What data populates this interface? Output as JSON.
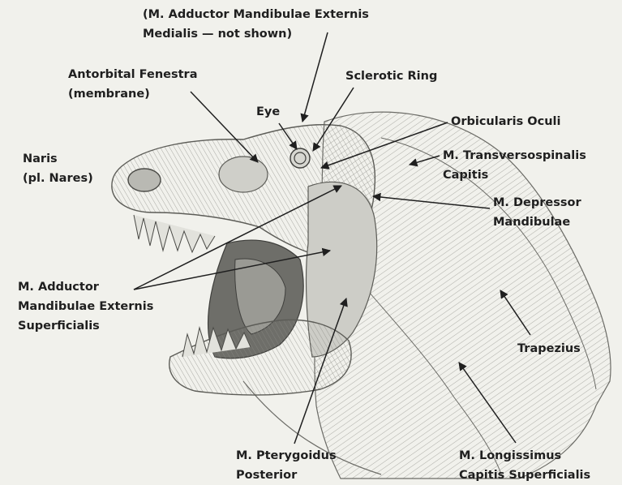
{
  "labels": {
    "adductor_medialis": {
      "line1": "(M. Adductor Mandibulae Externis",
      "line2": "Medialis — not shown)"
    },
    "antorbital": {
      "line1": "Antorbital Fenestra",
      "line2": "(membrane)"
    },
    "sclerotic": {
      "line1": "Sclerotic Ring"
    },
    "eye": {
      "line1": "Eye"
    },
    "orbicularis": {
      "line1": "Orbicularis Oculi"
    },
    "naris": {
      "line1": "Naris",
      "line2": "(pl. Nares)"
    },
    "transversospinalis": {
      "line1": "M. Transversospinalis",
      "line2": "Capitis"
    },
    "depressor": {
      "line1": "M. Depressor",
      "line2": "Mandibulae"
    },
    "adductor_superficialis": {
      "line1": "M. Adductor",
      "line2": "Mandibulae Externis",
      "line3": "Superficialis"
    },
    "trapezius": {
      "line1": "Trapezius"
    },
    "pterygoidus": {
      "line1": "M. Pterygoidus",
      "line2": "Posterior"
    },
    "longissimus": {
      "line1": "M. Longissimus",
      "line2": "Capitis Superficialis"
    }
  },
  "colors": {
    "background": "#f1f1ec",
    "text": "#1f1f1f",
    "pointer": "#1f1f1f",
    "sketch": "#6b6b66"
  }
}
